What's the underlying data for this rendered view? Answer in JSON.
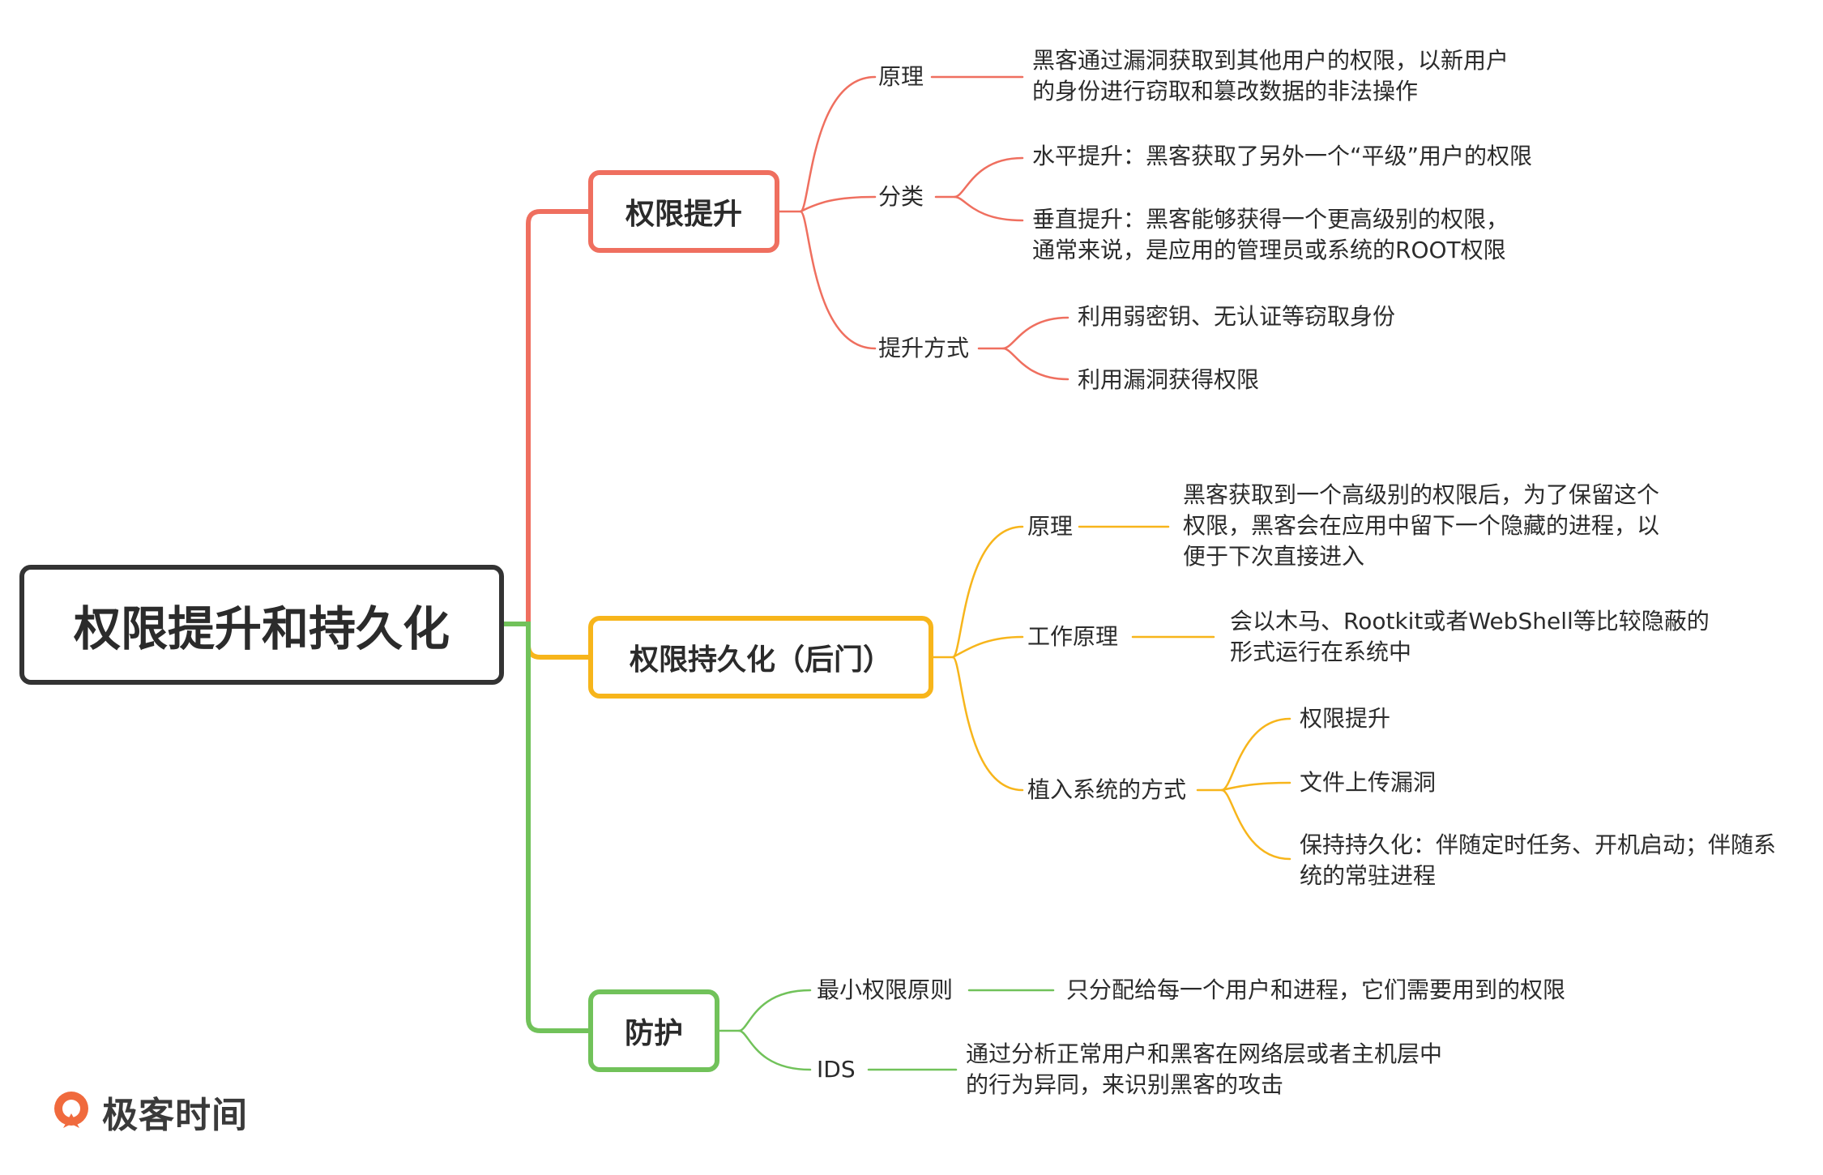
{
  "colors": {
    "root": "#333333",
    "escalation": "#ef6f5f",
    "persistence": "#f7b51b",
    "defense": "#71c25a",
    "logo": "#f06a3d"
  },
  "root": {
    "title": "权限提升和持久化"
  },
  "branches": {
    "escalation": {
      "title": "权限提升",
      "principle": {
        "label": "原理",
        "detail": [
          "黑客通过漏洞获取到其他用户的权限，以新用户",
          "的身份进行窃取和篡改数据的非法操作"
        ]
      },
      "category": {
        "label": "分类",
        "horizontal": [
          "水平提升：黑客获取了另外一个“平级”用户的权限"
        ],
        "vertical": [
          "垂直提升：黑客能够获得一个更高级别的权限，",
          "通常来说，是应用的管理员或系统的ROOT权限"
        ]
      },
      "methods": {
        "label": "提升方式",
        "items": [
          "利用弱密钥、无认证等窃取身份",
          "利用漏洞获得权限"
        ]
      }
    },
    "persistence": {
      "title": "权限持久化（后门）",
      "principle": {
        "label": "原理",
        "detail": [
          "黑客获取到一个高级别的权限后，为了保留这个",
          "权限，黑客会在应用中留下一个隐藏的进程，以",
          "便于下次直接进入"
        ]
      },
      "working": {
        "label": "工作原理",
        "detail": [
          "会以木马、Rootkit或者WebShell等比较隐蔽的",
          "形式运行在系统中"
        ]
      },
      "implant": {
        "label": "植入系统的方式",
        "items": [
          [
            "权限提升"
          ],
          [
            "文件上传漏洞"
          ],
          [
            "保持持久化：伴随定时任务、开机启动；伴随系",
            "统的常驻进程"
          ]
        ]
      }
    },
    "defense": {
      "title": "防护",
      "least": {
        "label": "最小权限原则",
        "detail": [
          "只分配给每一个用户和进程，它们需要用到的权限"
        ]
      },
      "ids": {
        "label": "IDS",
        "detail": [
          "通过分析正常用户和黑客在网络层或者主机层中",
          "的行为异同，来识别黑客的攻击"
        ]
      }
    }
  },
  "logo": {
    "text": "极客时间",
    "icon": "geektime-logo-icon"
  }
}
